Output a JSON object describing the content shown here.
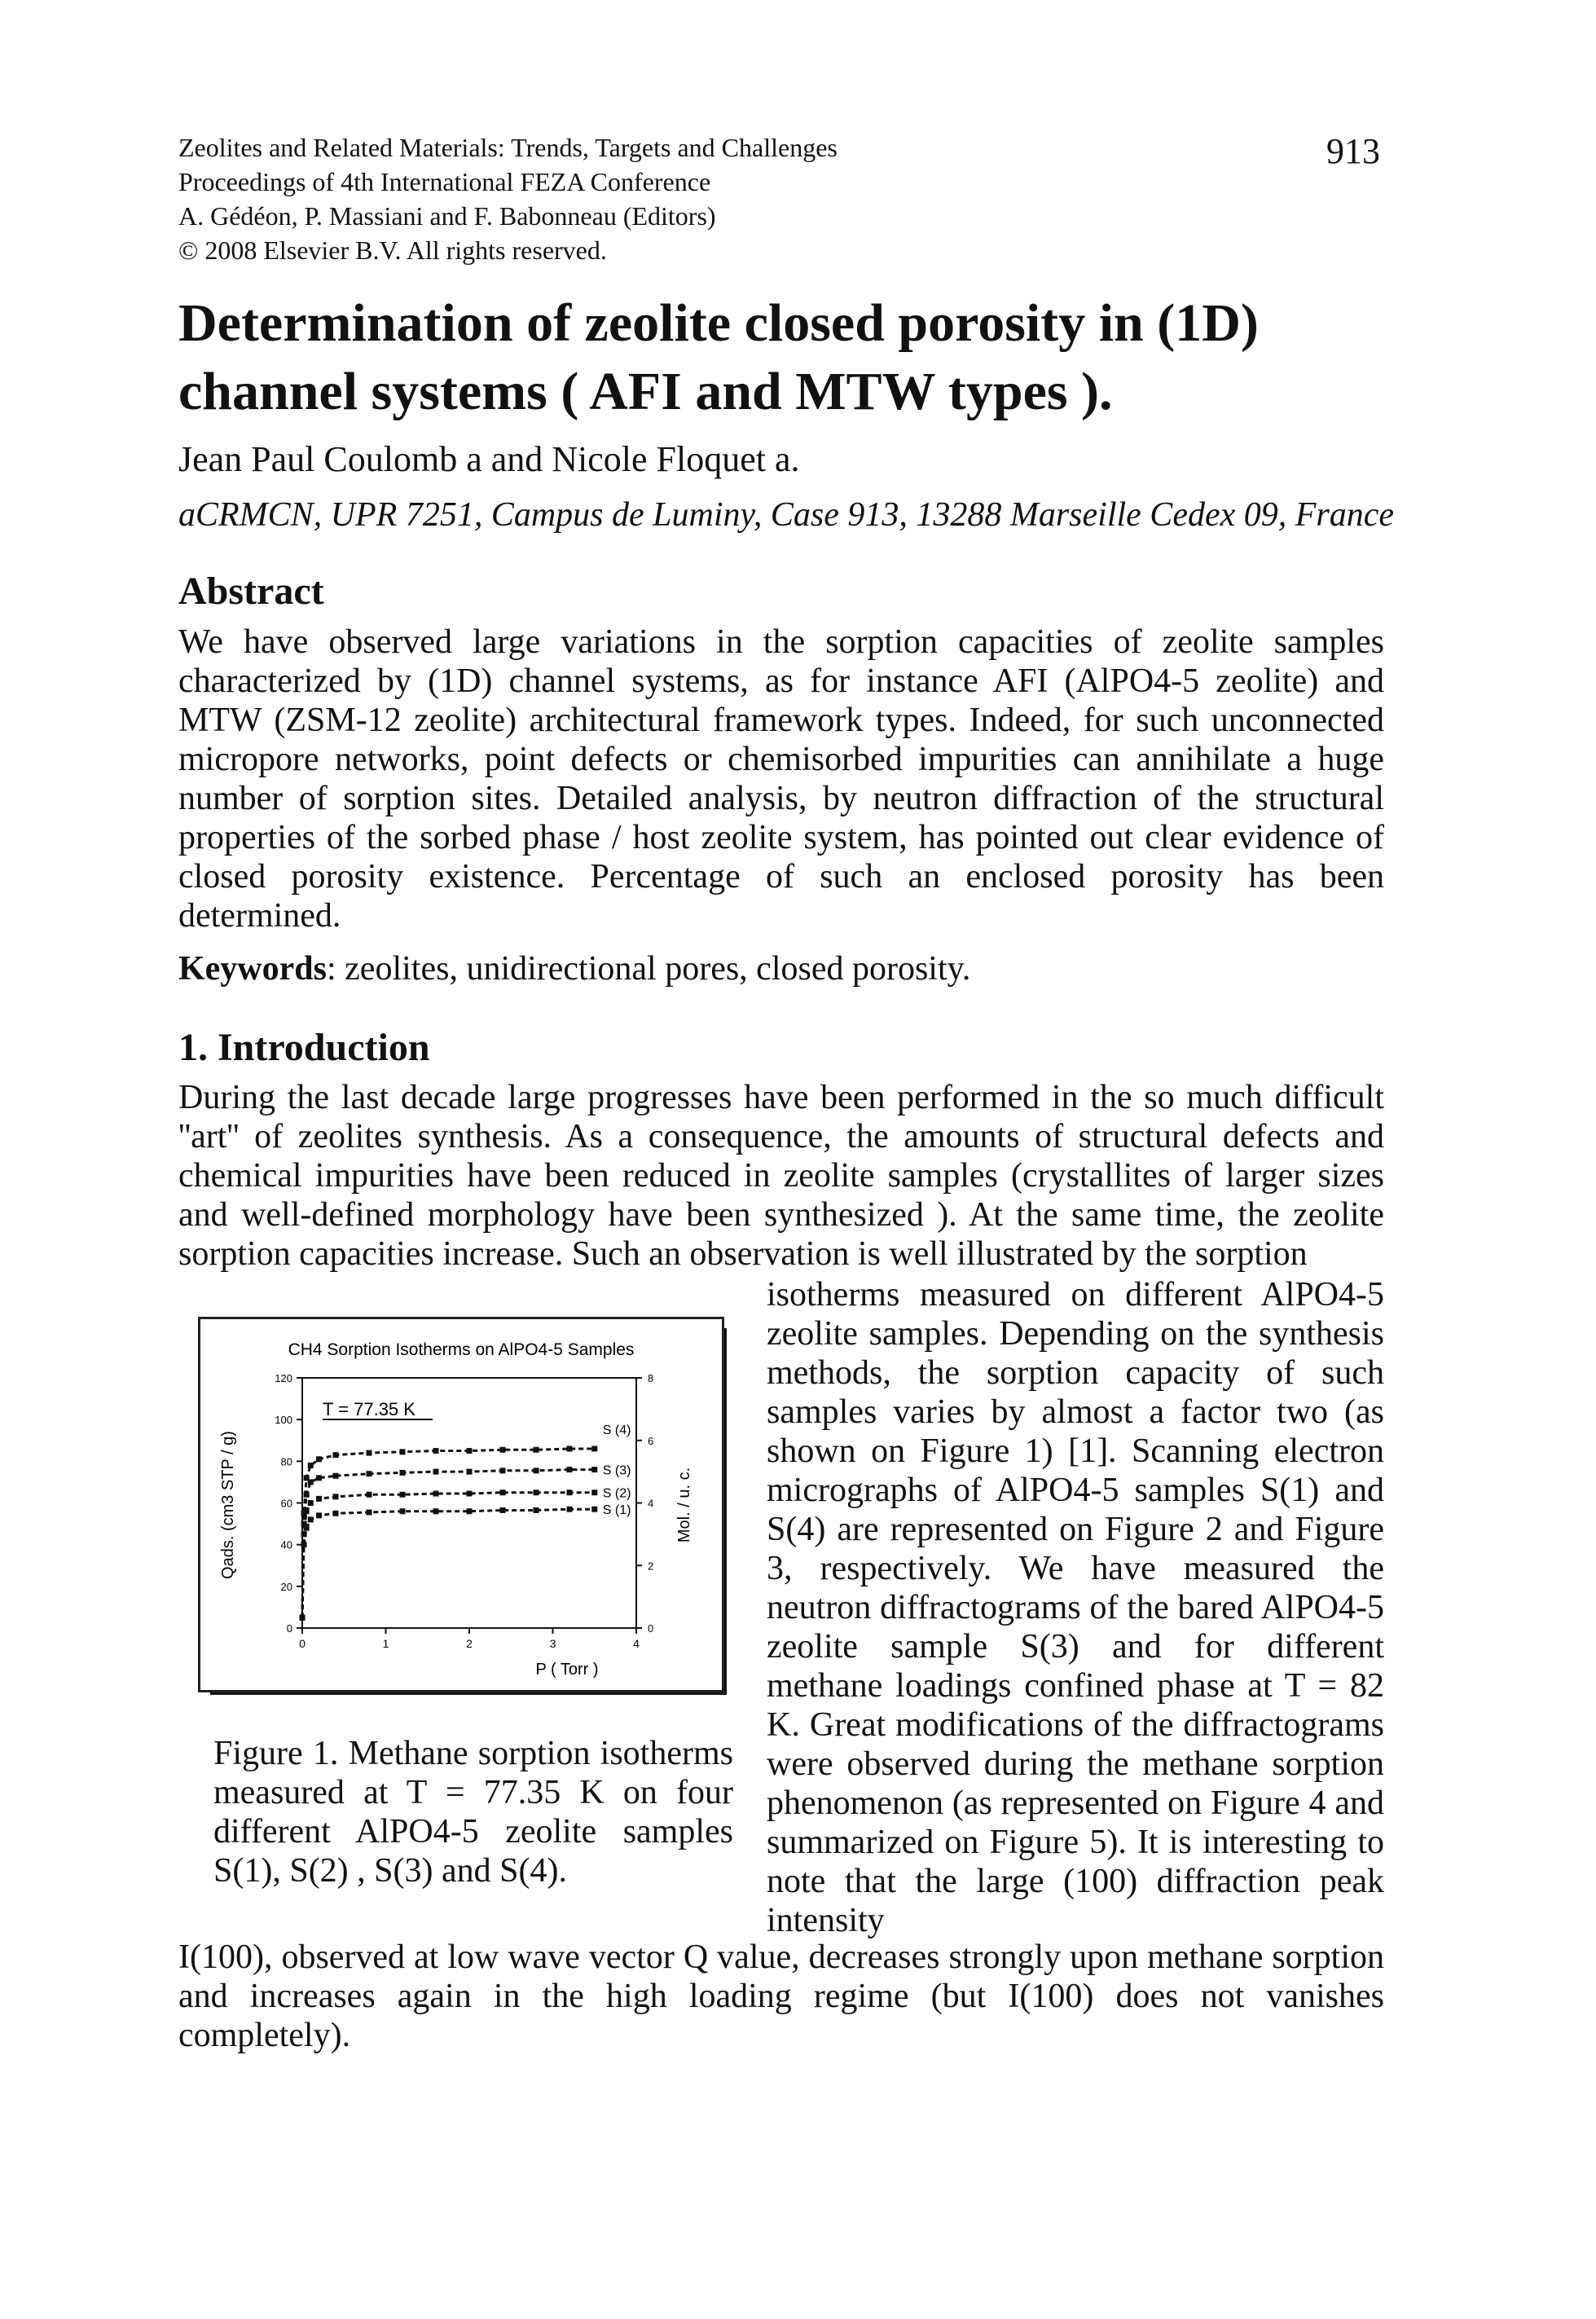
{
  "header": {
    "meta_lines": [
      "Zeolites and Related Materials: Trends, Targets and Challenges",
      "Proceedings of 4th International FEZA Conference",
      "A. Gédéon, P. Massiani and F. Babonneau (Editors)",
      "© 2008 Elsevier B.V. All rights reserved."
    ],
    "page_number": "913"
  },
  "title": {
    "line1": "Determination of zeolite closed porosity in (1D)",
    "line2": "channel systems ( AFI and MTW types )."
  },
  "authors": "Jean Paul Coulomb a and Nicole Floquet a.",
  "affiliation": "aCRMCN, UPR 7251, Campus de Luminy, Case 913, 13288 Marseille Cedex 09, France",
  "abstract": {
    "heading": "Abstract",
    "text": "We have observed large variations in the sorption capacities of zeolite samples characterized by (1D) channel systems, as for instance AFI (AlPO4-5 zeolite) and MTW (ZSM-12 zeolite) architectural framework types. Indeed, for such unconnected micropore networks, point defects or chemisorbed impurities can annihilate a huge number of sorption sites. Detailed analysis, by neutron diffraction of the structural properties of the sorbed phase / host zeolite system, has pointed out clear evidence of closed porosity existence. Percentage of such an enclosed porosity has been determined."
  },
  "keywords": {
    "label": "Keywords",
    "text": ": zeolites, unidirectional pores, closed porosity."
  },
  "introduction": {
    "heading": "1. Introduction",
    "full_width_text": "During the last decade large progresses have been performed in the so much difficult ''art'' of zeolites synthesis. As a consequence, the amounts of structural defects and chemical impurities have been reduced in zeolite samples (crystallites of larger sizes and well-defined morphology have been synthesized ). At the same time, the zeolite sorption capacities increase. Such an observation is well illustrated by the sorption",
    "column_text": "isotherms measured on different AlPO4-5 zeolite samples. Depending on the synthesis methods, the sorption capacity of such samples varies by almost a factor two (as shown on Figure 1) [1]. Scanning electron micrographs of AlPO4-5 samples S(1) and S(4) are represented on Figure 2 and Figure 3, respectively. We have measured the neutron diffractograms of the bared AlPO4-5 zeolite sample S(3) and for different methane loadings confined phase at T = 82 K. Great modifications of the diffractograms were observed during the methane sorption phenomenon (as represented on Figure 4 and summarized on Figure 5). It is interesting to note that the large (100) diffraction peak intensity",
    "after_text": "I(100), observed at low wave vector Q value, decreases strongly upon methane sorption and increases again in the high loading regime (but I(100) does not vanishes completely)."
  },
  "figure": {
    "caption": "Figure 1. Methane sorption isotherms measured at T = 77.35 K on four different AlPO4-5 zeolite samples S(1), S(2) , S(3) and S(4).",
    "chart_data": {
      "type": "line",
      "title": "CH4 Sorption Isotherms on AlPO4-5 Samples",
      "annotation": "T = 77.35 K",
      "xlabel": "P ( Torr )",
      "ylabel": "Qads. (cm3 STP / g)",
      "y2label": "Mol. / u. c.",
      "xlim": [
        0,
        4
      ],
      "ylim": [
        0,
        120
      ],
      "y2lim": [
        0,
        8
      ],
      "xticks": [
        "0",
        "1",
        "2",
        "3",
        "4"
      ],
      "yticks": [
        "0",
        "20",
        "40",
        "60",
        "80",
        "100",
        "120"
      ],
      "y2ticks": [
        "0",
        "2",
        "4",
        "6",
        "8"
      ],
      "series": [
        {
          "name": "S (4)",
          "x": [
            0.0,
            0.02,
            0.05,
            0.1,
            0.2,
            0.4,
            0.8,
            1.2,
            1.6,
            2.0,
            2.4,
            2.8,
            3.2,
            3.5
          ],
          "values": [
            5,
            55,
            72,
            78,
            81,
            83,
            84,
            84.5,
            85,
            85,
            85.5,
            85.5,
            86,
            86
          ]
        },
        {
          "name": "S (3)",
          "x": [
            0.0,
            0.02,
            0.05,
            0.1,
            0.2,
            0.4,
            0.8,
            1.2,
            1.6,
            2.0,
            2.4,
            2.8,
            3.2,
            3.5
          ],
          "values": [
            5,
            50,
            64,
            70,
            72,
            73,
            74,
            74.5,
            75,
            75,
            75.5,
            75.5,
            76,
            76
          ]
        },
        {
          "name": "S (2)",
          "x": [
            0.0,
            0.02,
            0.05,
            0.1,
            0.2,
            0.4,
            0.8,
            1.2,
            1.6,
            2.0,
            2.4,
            2.8,
            3.2,
            3.5
          ],
          "values": [
            5,
            45,
            56,
            60,
            62,
            63,
            64,
            64,
            64.5,
            64.5,
            65,
            65,
            65,
            65
          ]
        },
        {
          "name": "S (1)",
          "x": [
            0.0,
            0.02,
            0.05,
            0.1,
            0.2,
            0.4,
            0.8,
            1.2,
            1.6,
            2.0,
            2.4,
            2.8,
            3.2,
            3.5
          ],
          "values": [
            5,
            40,
            48,
            52,
            54,
            55,
            55.5,
            56,
            56,
            56,
            56.5,
            56.5,
            57,
            57
          ]
        }
      ]
    }
  }
}
